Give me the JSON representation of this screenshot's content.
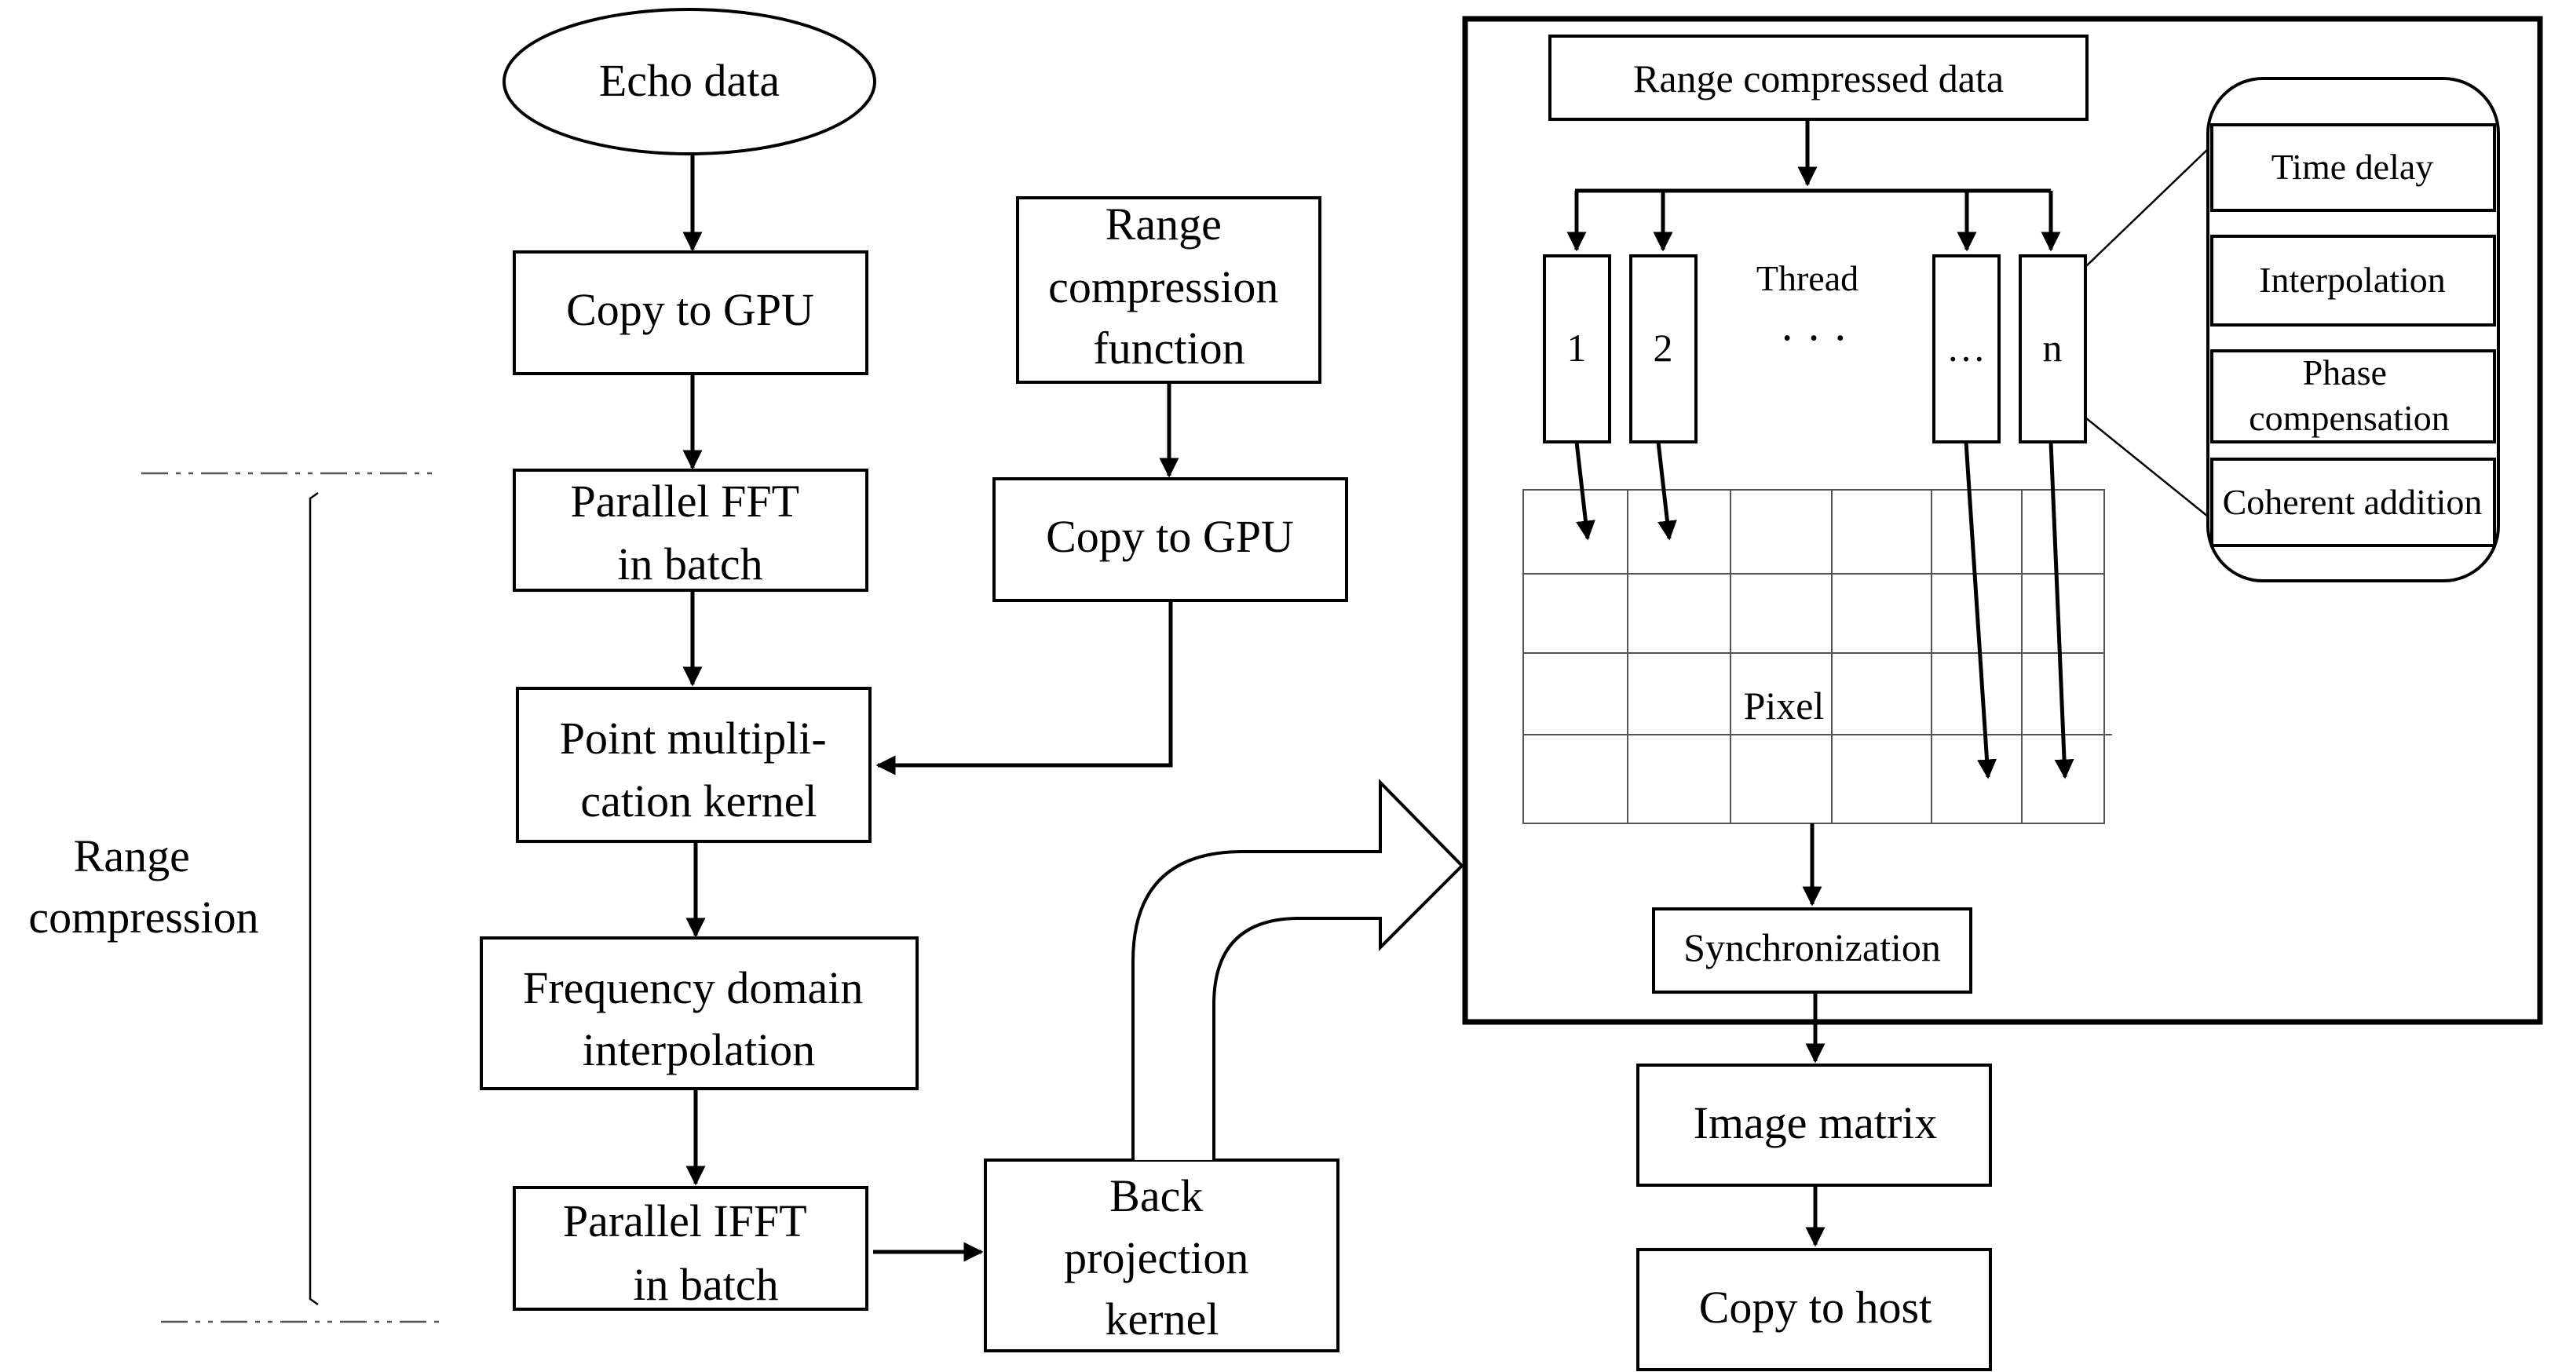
{
  "flow": {
    "echo_data": "Echo data",
    "copy_to_gpu_1": "Copy to GPU",
    "parallel_fft": [
      "Parallel FFT",
      "in batch"
    ],
    "range_compression_function": [
      "Range",
      "compression",
      "function"
    ],
    "copy_to_gpu_2": "Copy to GPU",
    "point_multiplication": [
      "Point multipli-",
      "cation kernel"
    ],
    "frequency_interpolation": [
      "Frequency domain",
      "interpolation"
    ],
    "parallel_ifft": [
      "Parallel IFFT",
      "in batch"
    ],
    "back_projection": [
      "Back",
      "projection",
      "kernel"
    ],
    "range_compression_label": [
      "Range",
      "compression"
    ]
  },
  "detail": {
    "range_compressed_data": "Range compressed data",
    "thread_label": "Thread",
    "threads": [
      "1",
      "2",
      "…",
      "n"
    ],
    "ellipsis": "· · ·",
    "pixel_label": "Pixel",
    "synchronization": "Synchronization",
    "thread_ops": [
      "Time delay",
      "Interpolation",
      [
        "Phase",
        "compensation"
      ],
      "Coherent addition"
    ]
  },
  "output": {
    "image_matrix": "Image matrix",
    "copy_to_host": "Copy to host"
  }
}
